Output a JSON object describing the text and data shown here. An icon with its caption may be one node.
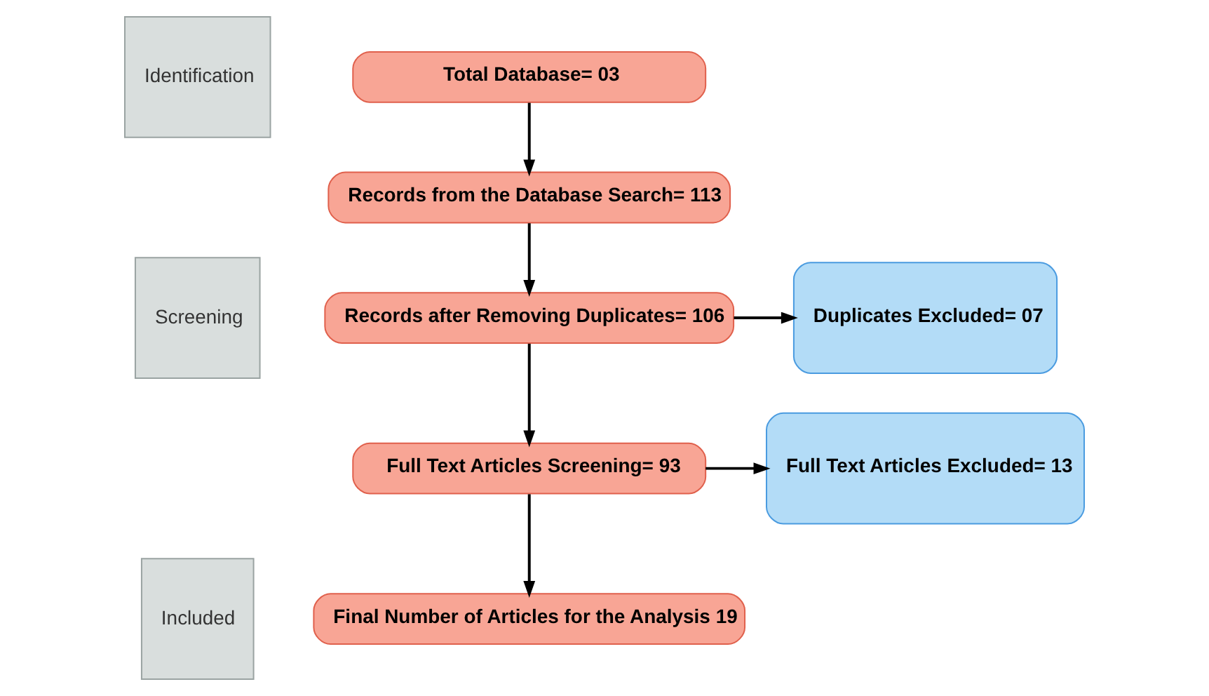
{
  "diagram": {
    "nodes": [
      {
        "text": [
          "Identification"
        ]
      },
      {
        "text": [
          "Total Database= 03"
        ]
      },
      {
        "text": [
          "Records from the Database Search= 113"
        ]
      },
      {
        "text": [
          "Screening"
        ]
      },
      {
        "text": [
          "Records after Removing Duplicates= 106"
        ]
      },
      {
        "text": [
          "Duplicates Excluded= 07"
        ]
      },
      {
        "text": [
          "Full Text Articles Screening= 93"
        ]
      },
      {
        "text": [
          "Full Text Articles Excluded= 13"
        ]
      },
      {
        "text": [
          "Included"
        ]
      },
      {
        "text": [
          "Final Number of Articles for the Analysis 19"
        ]
      }
    ],
    "edges": [
      {
        "from": 1,
        "to": 2,
        "arrow": "to"
      },
      {
        "from": 2,
        "to": 4,
        "arrow": "to"
      },
      {
        "from": 4,
        "to": 5,
        "arrow": "to"
      },
      {
        "from": 4,
        "to": 6,
        "arrow": "to"
      },
      {
        "from": 6,
        "to": 7,
        "arrow": "to"
      },
      {
        "from": 6,
        "to": 9,
        "arrow": "to"
      }
    ]
  }
}
